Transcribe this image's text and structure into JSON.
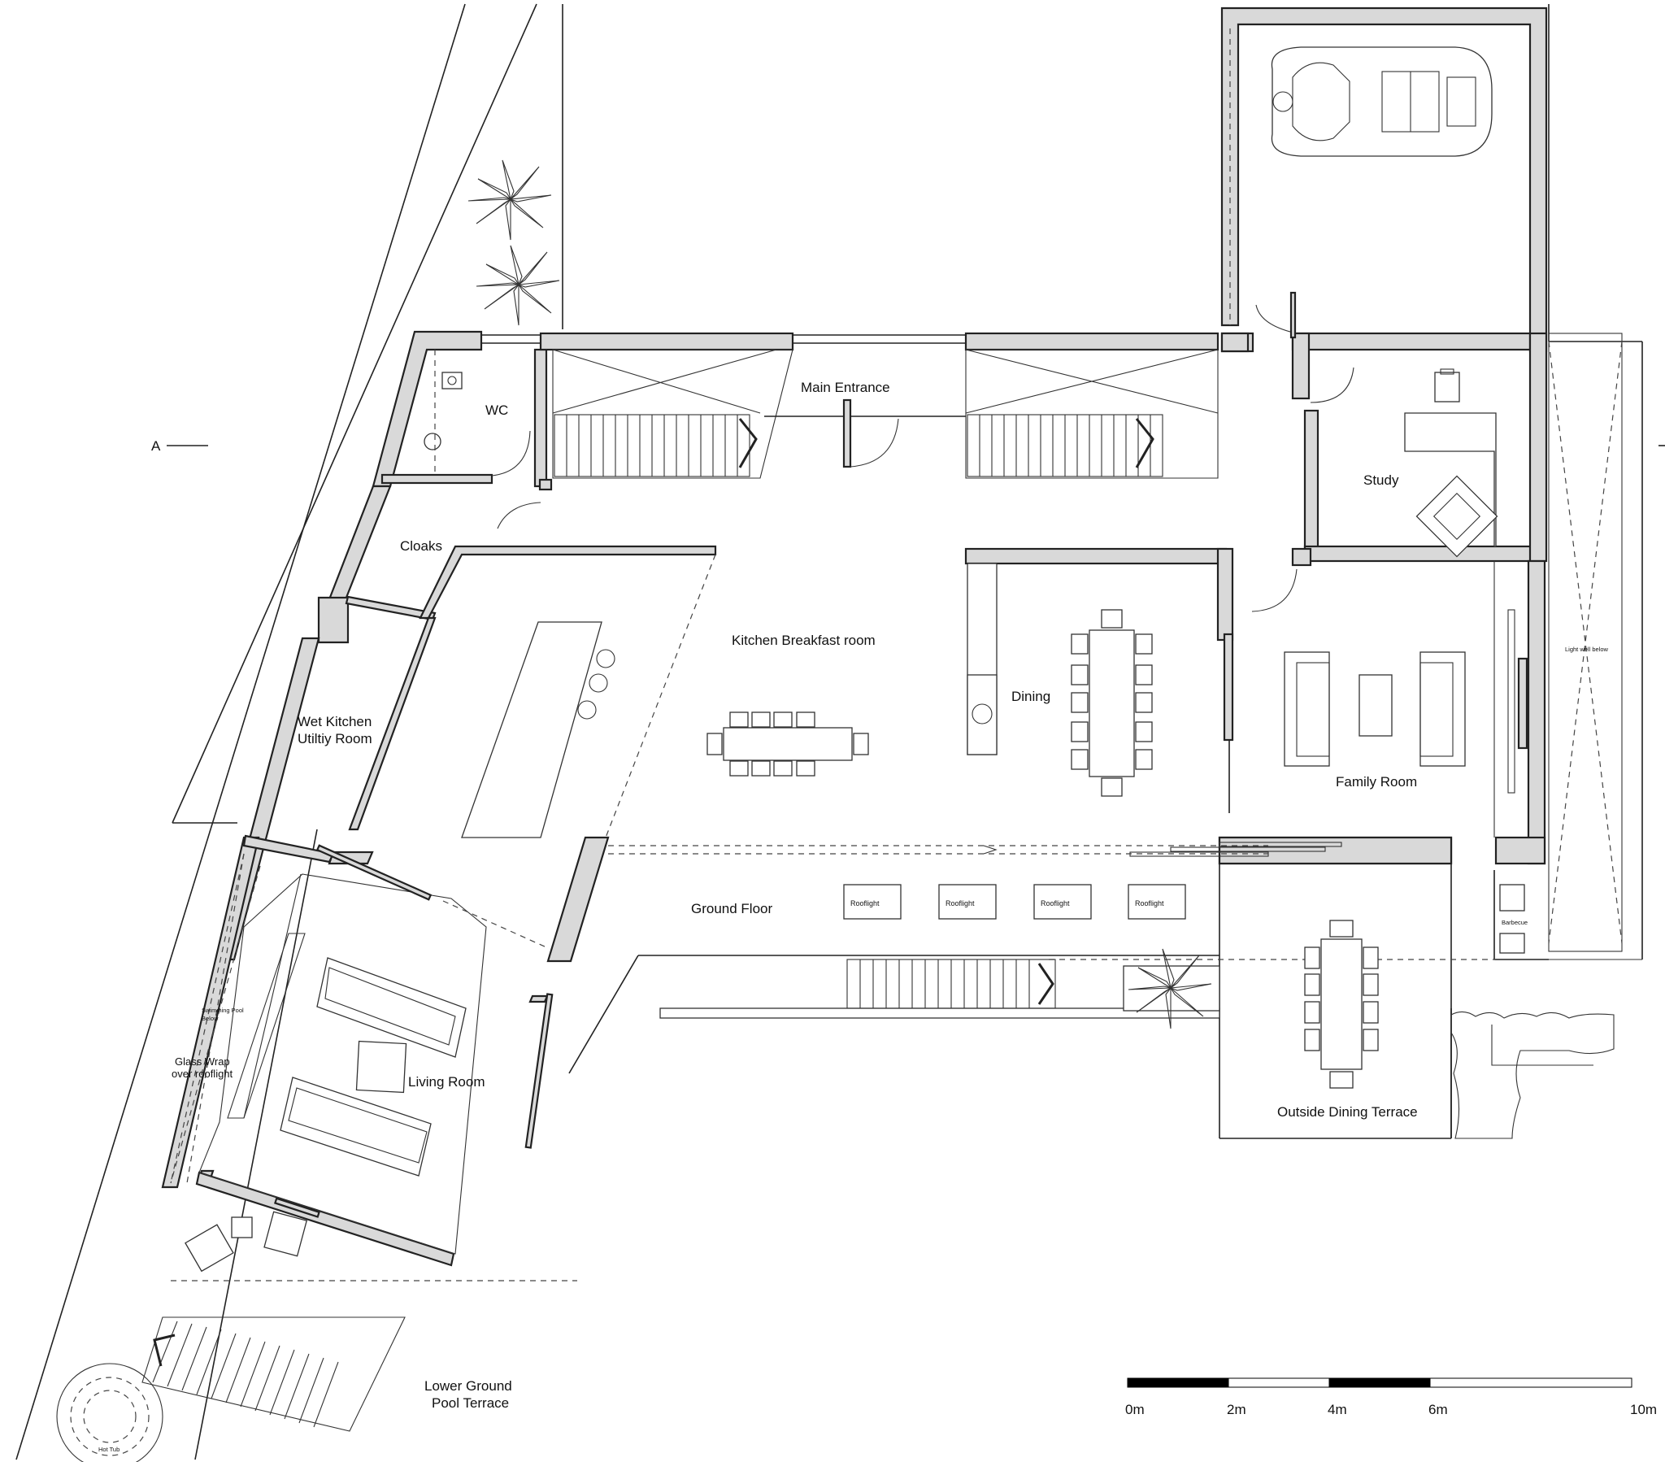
{
  "plan": {
    "title": "Ground Floor",
    "section_marker": "A",
    "rooms": {
      "wc": "WC",
      "main_entrance": "Main Entrance",
      "cloaks": "Cloaks",
      "kitchen": "Kitchen Breakfast room",
      "study": "Study",
      "dining": "Dining",
      "wet_kitchen_1": "Wet Kitchen",
      "wet_kitchen_2": "Utiltiy Room",
      "family_room": "Family Room",
      "living_room": "Living Room",
      "outside_dining": "Outside Dining Terrace",
      "lower_ground_1": "Lower Ground",
      "lower_ground_2": "Pool Terrace"
    },
    "annotations": {
      "swimming_pool_1": "Swimming Pool",
      "swimming_pool_2": "Below",
      "glass_wrap_1": "Glass Wrap",
      "glass_wrap_2": "over rooflight",
      "light_well": "Light well below",
      "barbecue": "Barbecue",
      "hot_tub": "Hot Tub",
      "rooflights": [
        "Rooflight",
        "Rooflight",
        "Rooflight",
        "Rooflight"
      ]
    },
    "scale_bar": {
      "ticks": [
        "0m",
        "2m",
        "4m",
        "6m",
        "10m"
      ]
    }
  }
}
